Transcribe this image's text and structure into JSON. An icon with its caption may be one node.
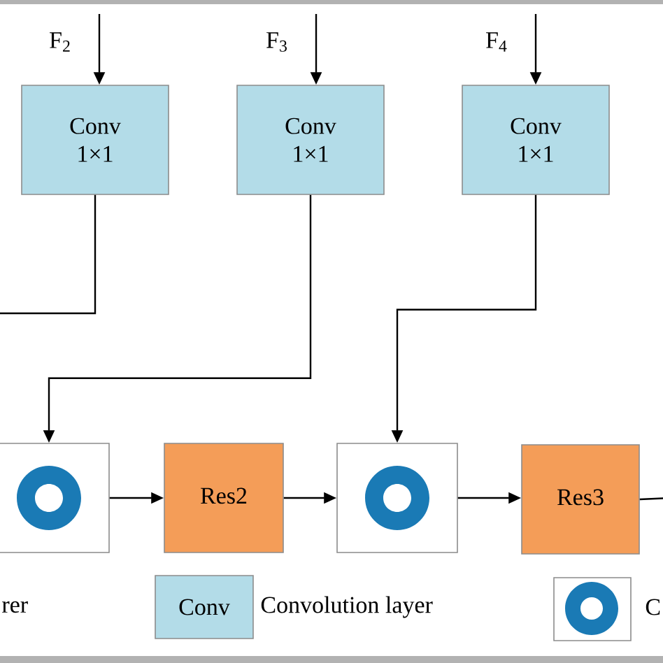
{
  "diagram": {
    "nodes": [
      {
        "text": [
          "Conv 1×1"
        ]
      },
      {
        "text": [
          "Conv 1×1"
        ]
      },
      {
        "text": [
          "Conv 1×1"
        ]
      },
      {
        "text": [],
        "shape": "box"
      },
      {
        "text": [
          "Res2"
        ]
      },
      {
        "text": [],
        "shape": "box"
      },
      {
        "text": [
          "Res3"
        ]
      }
    ],
    "edges": [
      {
        "from": null,
        "to": 0,
        "arrow": "to",
        "label": "F$_{2}$"
      },
      {
        "from": null,
        "to": 1,
        "arrow": "to",
        "label": "F$_{3}$"
      },
      {
        "from": null,
        "to": 2,
        "arrow": "to",
        "label": "F$_{4}$"
      },
      {
        "from": 0,
        "to": null,
        "arrow": "none"
      },
      {
        "from": 1,
        "to": 3,
        "arrow": "to"
      },
      {
        "from": 2,
        "to": 5,
        "arrow": "to"
      },
      {
        "from": 3,
        "to": 4,
        "arrow": "to"
      },
      {
        "from": 4,
        "to": 5,
        "arrow": "to"
      },
      {
        "from": 5,
        "to": 6,
        "arrow": "to"
      },
      {
        "from": 6,
        "to": null,
        "arrow": "none"
      }
    ],
    "labels": [
      "rer",
      "Conv"
    ],
    "legend": [
      {
        "text": "Convolution layer",
        "color": "#b3dce8"
      },
      {
        "text": "C"
      }
    ]
  }
}
